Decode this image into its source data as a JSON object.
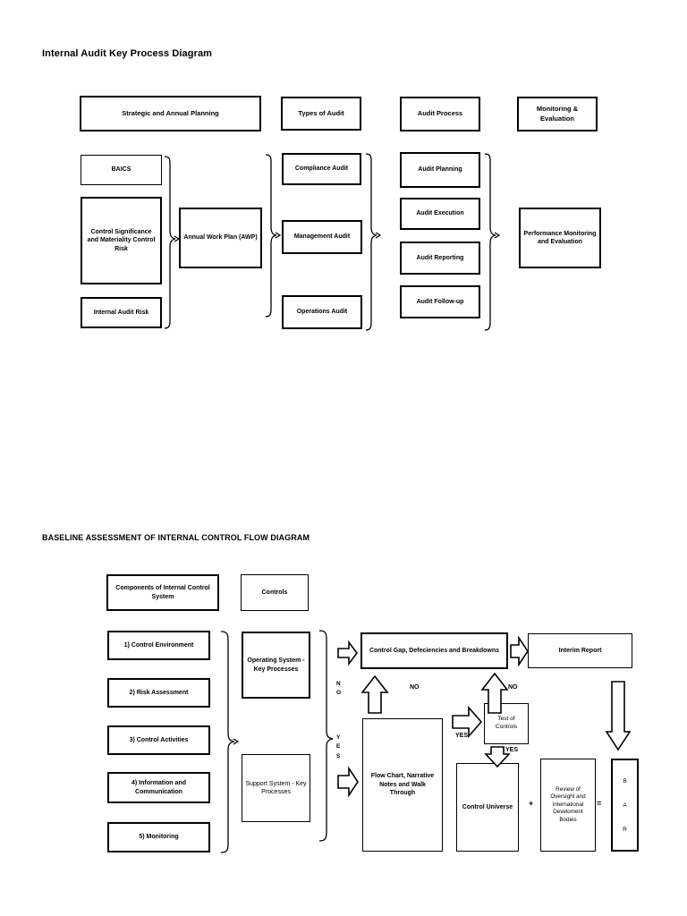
{
  "page": {
    "background": "#ffffff",
    "ink": "#000000"
  },
  "diagram1": {
    "title": "Internal Audit Key Process Diagram",
    "headers": [
      "Strategic and Annual Planning",
      "Types of Audit",
      "Audit Process",
      "Monitoring & Evaluation"
    ],
    "planning_inputs": [
      "BAICS",
      "Control Significance and Materiality Control Risk",
      "Internal Audit Risk"
    ],
    "awp": "Annual Work Plan (AWP)",
    "audit_types": [
      "Compliance Audit",
      "Management Audit",
      "Operations Audit"
    ],
    "process_steps": [
      "Audit Planning",
      "Audit Execution",
      "Audit Reporting",
      "Audit Follow-up"
    ],
    "outcome": "Performance Monitoring and Evaluation"
  },
  "diagram2": {
    "title": "BASELINE ASSESSMENT OF INTERNAL CONTROL FLOW DIAGRAM",
    "headers": [
      "Components of Internal Control System",
      "Controls"
    ],
    "components": [
      "1) Control Environment",
      "2) Risk Assessment",
      "3) Control Activities",
      "4) Information and Communication",
      "5) Monitoring"
    ],
    "controls": [
      "Operating System - Key Processes",
      "Support System - Key Processes"
    ],
    "control_gap": "Control Gap, Defeciencies and Breakdowns",
    "interim_report": "Interim Report",
    "test_of_controls": "Test of Controls",
    "flow_chart": "Flow Chart, Narrative Notes and Walk Through",
    "control_universe": "Control Universe",
    "review": "Review of Oversight and International Develoment Bodies",
    "bar_stack": "B\nA\nR",
    "labels": {
      "no_stack": "N\nO",
      "yes_stack": "Y\nE\nS",
      "no_left": "NO",
      "no_right": "NO",
      "yes_left": "YES",
      "yes_right": "YES",
      "plus": "+",
      "equals": "="
    }
  }
}
